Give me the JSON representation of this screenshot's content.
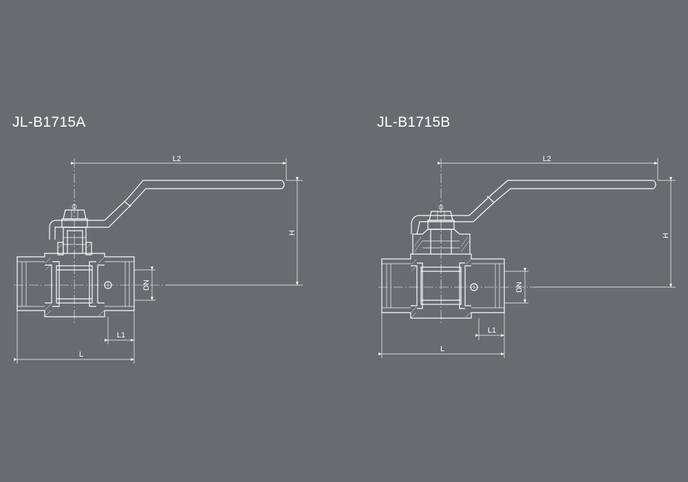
{
  "valves": [
    {
      "model": "JL-B1715A",
      "dimensions": {
        "handle_length": "L2",
        "height": "H",
        "nominal_diameter": "DN",
        "length": "L",
        "thread_length": "L1"
      }
    },
    {
      "model": "JL-B1715B",
      "dimensions": {
        "handle_length": "L2",
        "height": "H",
        "nominal_diameter": "DN",
        "length": "L",
        "thread_length": "L1"
      }
    }
  ],
  "colors": {
    "background": "#686c71",
    "line": "#ffffff"
  }
}
